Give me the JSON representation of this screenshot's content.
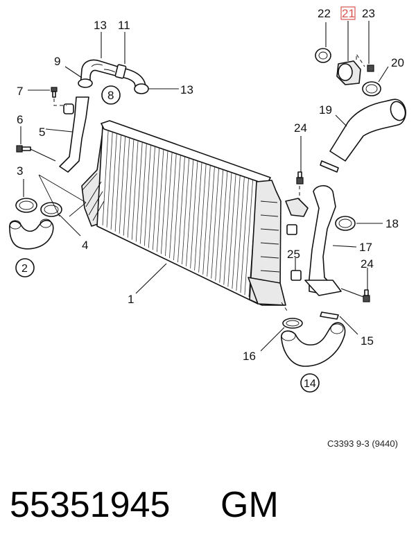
{
  "callouts": {
    "c1": "1",
    "c2": "2",
    "c3": "3",
    "c4": "4",
    "c5": "5",
    "c6": "6",
    "c7": "7",
    "c8": "8",
    "c9": "9",
    "c11": "11",
    "c13a": "13",
    "c13b": "13",
    "c14": "14",
    "c15": "15",
    "c16": "16",
    "c17": "17",
    "c18": "18",
    "c19": "19",
    "c20": "20",
    "c21": "21",
    "c22": "22",
    "c23": "23",
    "c24a": "24",
    "c24b": "24",
    "c25": "25"
  },
  "highlight_color": "#d9534f",
  "reference_code": "C3393 9-3 (9440)",
  "part_number": "55351945",
  "brand": "GM"
}
